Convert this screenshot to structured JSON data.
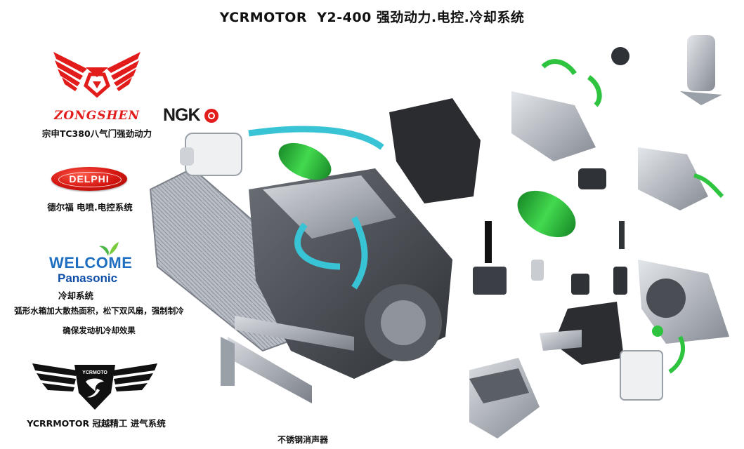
{
  "header": {
    "title": "YCRMOTOR  Y2-400 强劲动力.电控.冷却系统"
  },
  "brands": {
    "zongshen": {
      "logo_text": "ZONGSHEN",
      "caption": "宗申TC380八气门强劲动力",
      "color": "#e21b1b"
    },
    "ngk": {
      "logo_text": "NGK"
    },
    "delphi": {
      "logo_text": "DELPHI",
      "caption": "德尔福 电喷.电控系统",
      "color": "#d3150f"
    },
    "panasonic": {
      "welcome_text": "WELCOME",
      "logo_text": "Panasonic",
      "caption": "冷却系统",
      "description_lines": [
        "弧形水箱加大散热面积，松下双风扇，强制制冷",
        "确保发动机冷却效果"
      ],
      "color": "#1f6fc0"
    },
    "ycrmoto": {
      "logo_text": "YCRMOTO",
      "caption": "YCRRMOTOR 冠越精工 进气系统"
    }
  },
  "footer": {
    "exhaust_caption": "不锈钢消声器"
  },
  "icons": [
    "zongshen-wing-logo",
    "ngk-logo",
    "delphi-logo",
    "welcome-leaf-icon",
    "ycrmoto-wing-logo",
    "engine-illustration",
    "parts-exploded-illustration"
  ],
  "accent_colors": {
    "hose_cyan": "#39c4d6",
    "filter_green": "#2ec43f",
    "metal": "#9aa0a8"
  }
}
